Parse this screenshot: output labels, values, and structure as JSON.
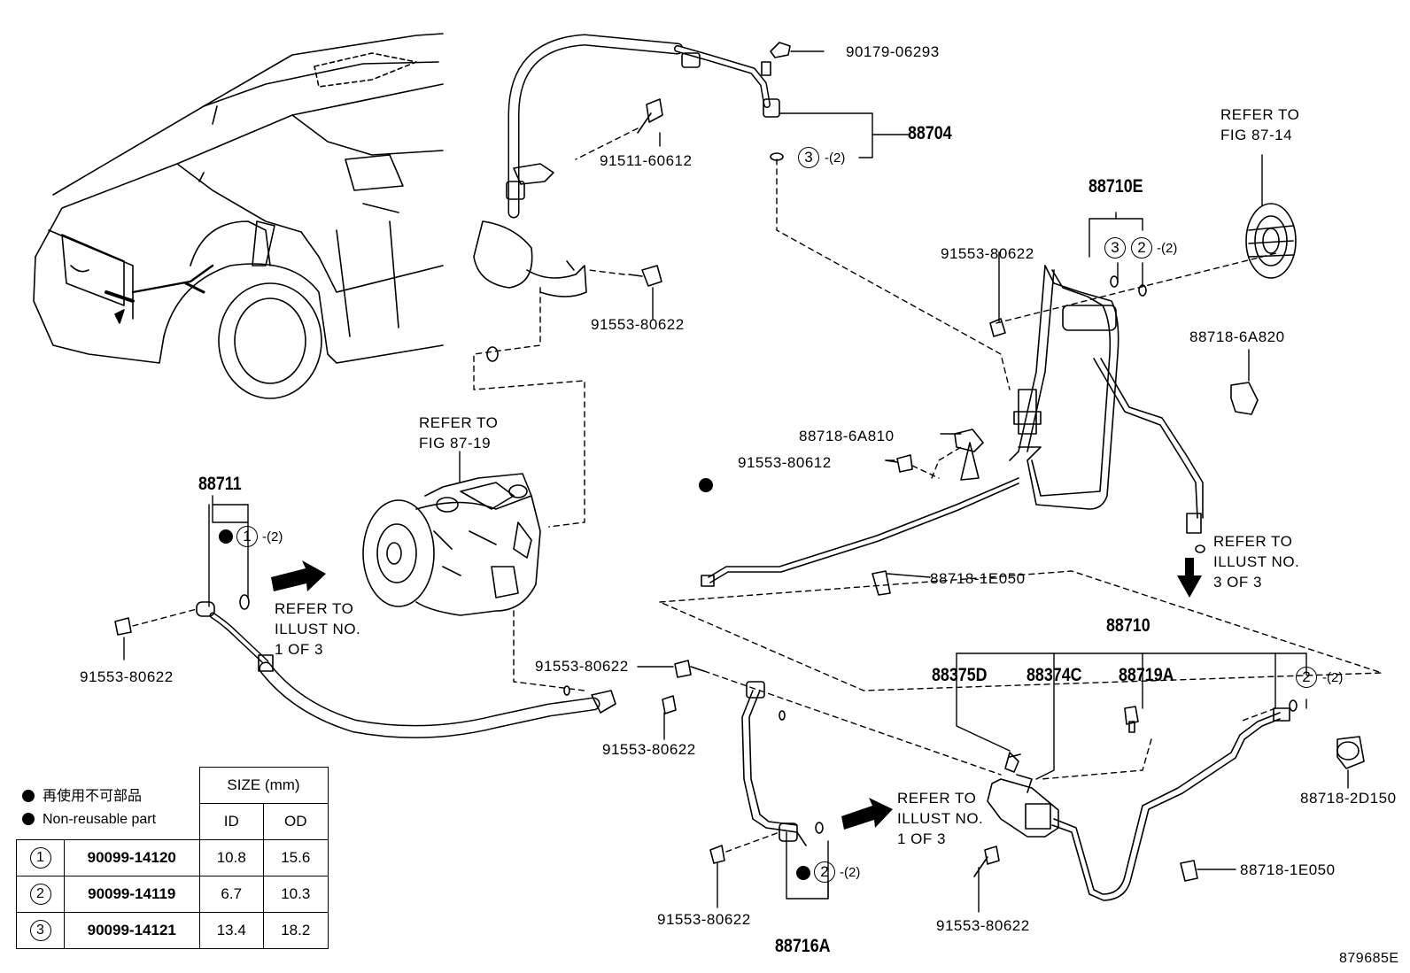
{
  "labels": {
    "p90179": "90179-06293",
    "p88704": "88704",
    "p91511_60612": "91511-60612",
    "p91553_80622_top": "91553-80622",
    "p88710E": "88710E",
    "p91553_80622_rt": "91553-80622",
    "ref_87_14": "REFER TO\nFIG 87-14",
    "p88718_6A820": "88718-6A820",
    "ref_87_19": "REFER TO\nFIG 87-19",
    "p88718_6A810": "88718-6A810",
    "p91553_80612": "91553-80612",
    "p88711": "88711",
    "ref_illust1_left": "REFER TO\nILLUST NO.\n1 OF 3",
    "p91553_80622_left": "91553-80622",
    "ref_illust3": "REFER TO\nILLUST NO.\n3 OF 3",
    "p88718_1E050_mid": "88718-1E050",
    "p88710": "88710",
    "p88375D": "88375D",
    "p88374C": "88374C",
    "p88719A": "88719A",
    "p91553_80622_mid": "91553-80622",
    "p91553_80622_mid2": "91553-80622",
    "p88718_2D150": "88718-2D150",
    "ref_illust1_bottom": "REFER TO\nILLUST NO.\n1 OF 3",
    "p88718_1E050_bot": "88718-1E050",
    "p91553_80622_bot1": "91553-80622",
    "p91553_80622_bot2": "91553-80622",
    "p88716A": "88716A",
    "figure_id": "879685E"
  },
  "callouts": {
    "qty2": "-(2)",
    "one": "1",
    "two": "2",
    "three": "3"
  },
  "legend": {
    "note_jp": "再使用不可部品",
    "note_en": "Non-reusable part",
    "size_header": "SIZE (mm)",
    "id_header": "ID",
    "od_header": "OD",
    "rows": [
      {
        "num": "1",
        "part": "90099-14120",
        "id": "10.8",
        "od": "15.6"
      },
      {
        "num": "2",
        "part": "90099-14119",
        "id": "6.7",
        "od": "10.3"
      },
      {
        "num": "3",
        "part": "90099-14121",
        "id": "13.4",
        "od": "18.2"
      }
    ]
  }
}
